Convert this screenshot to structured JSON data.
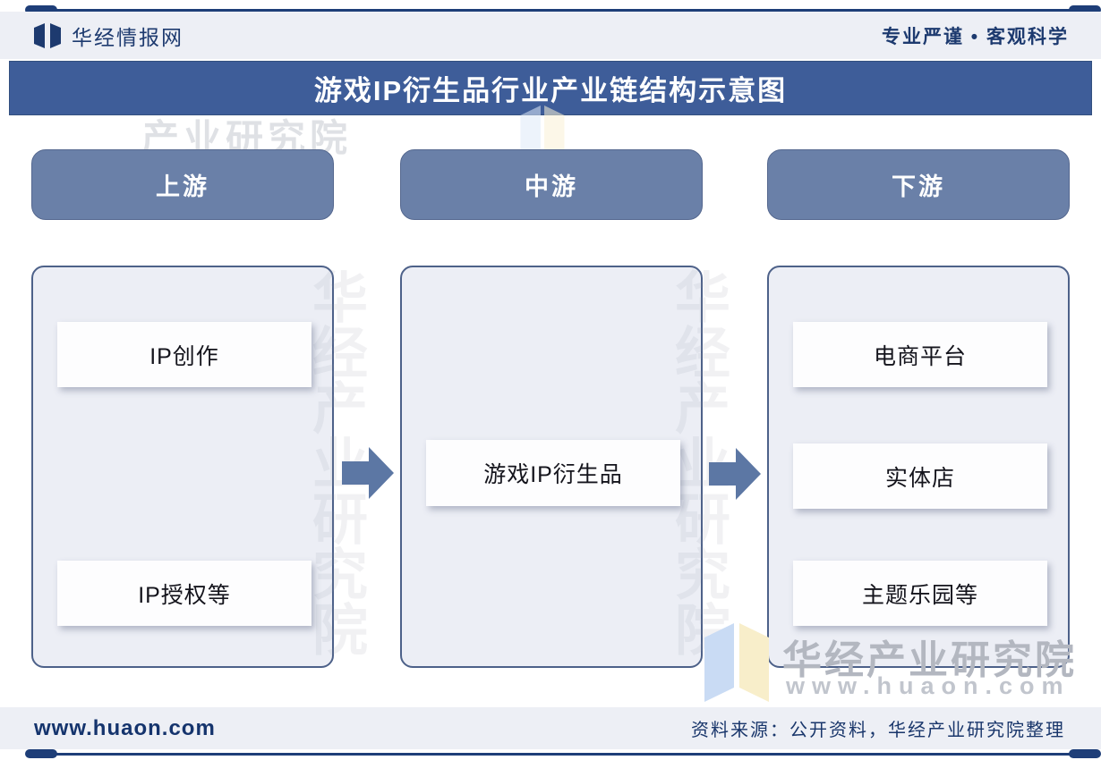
{
  "header": {
    "brand": "华经情报网",
    "slogan": "专业严谨 • 客观科学"
  },
  "title": "游戏IP衍生品行业产业链结构示意图",
  "chain": {
    "stages": [
      {
        "label": "上游",
        "items": [
          "IP创作",
          "IP授权等"
        ]
      },
      {
        "label": "中游",
        "items": [
          "游戏IP衍生品"
        ]
      },
      {
        "label": "下游",
        "items": [
          "电商平台",
          "实体店",
          "主题乐园等"
        ]
      }
    ]
  },
  "footer": {
    "website": "www.huaon.com",
    "source": "资料来源：公开资料，华经产业研究院整理"
  },
  "watermarks": {
    "org_name": "华经产业研究院",
    "org_site": "www.huaon.com",
    "ghost_text": "华经产业研究院",
    "ghost_top": "产业研究院"
  },
  "colors": {
    "accent_dark": "#1e3e78",
    "title_bar": "#3e5d99",
    "stage_pill": "#6a80a8",
    "container_bg": "#eceef5",
    "container_border": "#4d6189",
    "arrow": "#5c77a4",
    "watermark_gray": "#b3b7c0"
  }
}
